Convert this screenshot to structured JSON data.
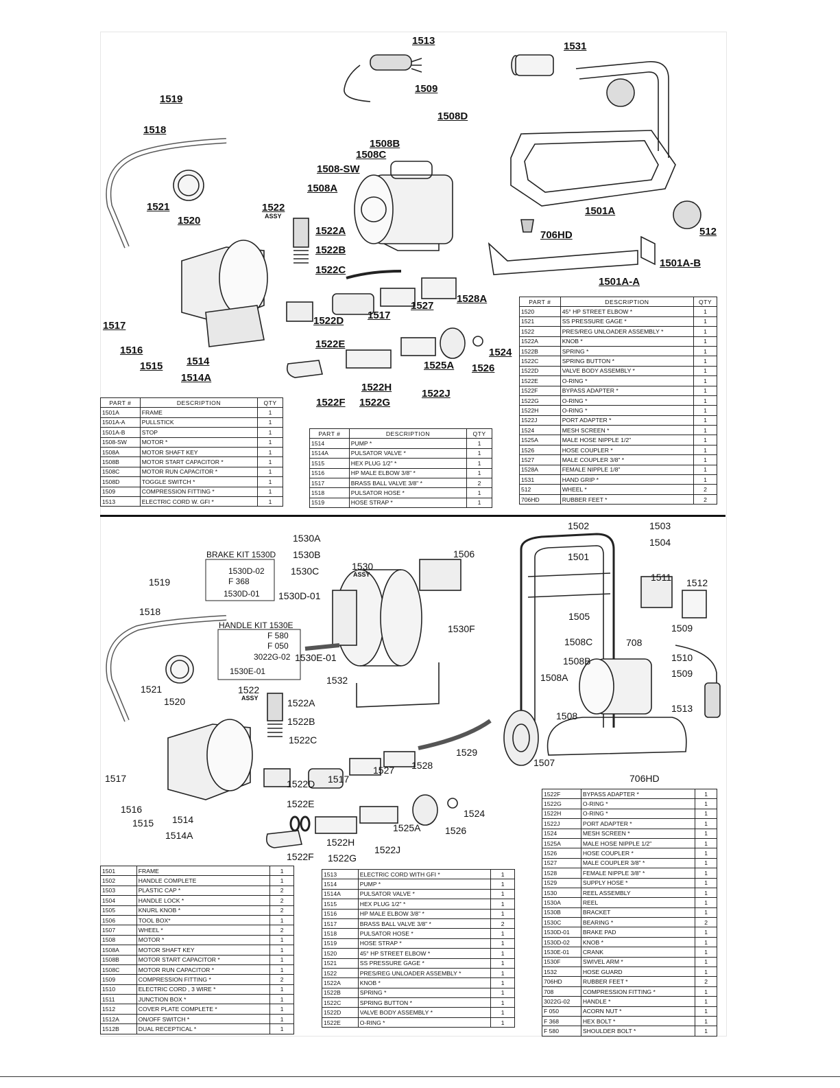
{
  "top_panel": {
    "labels": [
      "1513",
      "1509",
      "1508D",
      "1531",
      "1519",
      "1518",
      "1508B",
      "1508C",
      "1508-SW",
      "1508A",
      "1521",
      "1520",
      "1522",
      "ASSY",
      "1522A",
      "1522B",
      "1522C",
      "1501A",
      "512",
      "706HD",
      "1501A-B",
      "1501A-A",
      "1528A",
      "1527",
      "1517",
      "1522D",
      "1517",
      "1516",
      "1515",
      "1514",
      "1514A",
      "1522E",
      "1524",
      "1525A",
      "1526",
      "1522H",
      "1522J",
      "1522F",
      "1522G"
    ],
    "table_headers": {
      "part": "PART #",
      "desc": "DESCRIPTION",
      "qty": "QTY"
    },
    "table_left": [
      [
        "1501A",
        "FRAME",
        "1"
      ],
      [
        "1501A-A",
        "PULLSTICK",
        "1"
      ],
      [
        "1501A-B",
        "STOP",
        "1"
      ],
      [
        "1508-SW",
        "MOTOR *",
        "1"
      ],
      [
        "1508A",
        "MOTOR SHAFT KEY",
        "1"
      ],
      [
        "1508B",
        "MOTOR START CAPACITOR *",
        "1"
      ],
      [
        "1508C",
        "MOTOR RUN CAPACITOR *",
        "1"
      ],
      [
        "1508D",
        "TOGGLE SWITCH *",
        "1"
      ],
      [
        "1509",
        "COMPRESSION FITTING *",
        "1"
      ],
      [
        "1513",
        "ELECTRIC CORD W. GFI *",
        "1"
      ]
    ],
    "table_middle": [
      [
        "1514",
        "PUMP *",
        "1"
      ],
      [
        "1514A",
        "PULSATOR VALVE *",
        "1"
      ],
      [
        "1515",
        "HEX PLUG 1/2\" *",
        "1"
      ],
      [
        "1516",
        "HP MALE ELBOW 3/8\" *",
        "1"
      ],
      [
        "1517",
        "BRASS BALL VALVE 3/8\" *",
        "2"
      ],
      [
        "1518",
        "PULSATOR HOSE *",
        "1"
      ],
      [
        "1519",
        "HOSE STRAP *",
        "1"
      ]
    ],
    "table_right": [
      [
        "1520",
        "45° HP STREET ELBOW *",
        "1"
      ],
      [
        "1521",
        "SS PRESSURE GAGE *",
        "1"
      ],
      [
        "1522",
        "PRES/REG UNLOADER ASSEMBLY *",
        "1"
      ],
      [
        "1522A",
        "KNOB *",
        "1"
      ],
      [
        "1522B",
        "SPRING *",
        "1"
      ],
      [
        "1522C",
        "SPRING BUTTON *",
        "1"
      ],
      [
        "1522D",
        "VALVE BODY ASSEMBLY *",
        "1"
      ],
      [
        "1522E",
        "O-RING *",
        "1"
      ],
      [
        "1522F",
        "BYPASS ADAPTER *",
        "1"
      ],
      [
        "1522G",
        "O-RING *",
        "1"
      ],
      [
        "1522H",
        "O-RING *",
        "1"
      ],
      [
        "1522J",
        "PORT ADAPTER *",
        "1"
      ],
      [
        "1524",
        "MESH SCREEN *",
        "1"
      ],
      [
        "1525A",
        "MALE HOSE NIPPLE 1/2\"",
        "1"
      ],
      [
        "1526",
        "HOSE COUPLER *",
        "1"
      ],
      [
        "1527",
        "MALE COUPLER 3/8\" *",
        "1"
      ],
      [
        "1528A",
        "FEMALE NIPPLE 1/8\"",
        "1"
      ],
      [
        "1531",
        "HAND GRIP *",
        "1"
      ],
      [
        "512",
        "WHEEL *",
        "2"
      ],
      [
        "706HD",
        "RUBBER FEET *",
        "2"
      ]
    ]
  },
  "bottom_panel": {
    "brake_kit": {
      "title": "BRAKE KIT 1530D",
      "items": [
        "1530D-02",
        "F 368",
        "1530D-01"
      ]
    },
    "handle_kit": {
      "title": "HANDLE KIT 1530E",
      "items": [
        "F 580",
        "F 050",
        "3022G-02",
        "1530E-01"
      ]
    },
    "labels": [
      "1530A",
      "1530B",
      "1530C",
      "1530",
      "ASSY",
      "1530D-01",
      "1506",
      "1502",
      "1503",
      "1504",
      "1501",
      "1511",
      "1512",
      "1505",
      "1509",
      "708",
      "1508C",
      "1510",
      "1508B",
      "1509",
      "1508A",
      "1513",
      "1508",
      "1507",
      "706HD",
      "1530F",
      "1530E-01",
      "1532",
      "1519",
      "1518",
      "1521",
      "1520",
      "1522",
      "ASSY",
      "1522A",
      "1522B",
      "1522C",
      "1529",
      "1528",
      "1527",
      "1517",
      "1517",
      "1522D",
      "1516",
      "1515",
      "1514",
      "1514A",
      "1522E",
      "1524",
      "1525A",
      "1526",
      "1522H",
      "1522J",
      "1522F",
      "1522G"
    ],
    "table_left": [
      [
        "1501",
        "FRAME",
        "1"
      ],
      [
        "1502",
        "HANDLE COMPLETE",
        "1"
      ],
      [
        "1503",
        "PLASTIC    CAP *",
        "2"
      ],
      [
        "1504",
        "HANDLE LOCK *",
        "2"
      ],
      [
        "1505",
        "KNURL KNOB *",
        "2"
      ],
      [
        "1506",
        "TOOL BOX*",
        "1"
      ],
      [
        "1507",
        "WHEEL *",
        "2"
      ],
      [
        "1508",
        "MOTOR *",
        "1"
      ],
      [
        "1508A",
        "MOTOR SHAFT KEY",
        "1"
      ],
      [
        "1508B",
        "MOTOR START CAPACITOR *",
        "1"
      ],
      [
        "1508C",
        "MOTOR RUN CAPACITOR *",
        "1"
      ],
      [
        "1509",
        "COMPRESSION FITTING *",
        "2"
      ],
      [
        "1510",
        "ELECTRIC CORD , 3 WIRE *",
        "1"
      ],
      [
        "1511",
        "JUNCTION BOX *",
        "1"
      ],
      [
        "1512",
        "COVER PLATE COMPLETE *",
        "1"
      ],
      [
        "1512A",
        "ON/OFF SWITCH *",
        "1"
      ],
      [
        "1512B",
        "DUAL RECEPTICAL *",
        "1"
      ]
    ],
    "table_middle": [
      [
        "1513",
        "ELECTRIC CORD WITH GFI *",
        "1"
      ],
      [
        "1514",
        "PUMP *",
        "1"
      ],
      [
        "1514A",
        "PULSATOR VALVE *",
        "1"
      ],
      [
        "1515",
        "HEX PLUG 1/2\" *",
        "1"
      ],
      [
        "1516",
        "HP MALE ELBOW 3/8\" *",
        "1"
      ],
      [
        "1517",
        "BRASS BALL VALVE 3/8\" *",
        "2"
      ],
      [
        "1518",
        "PULSATOR HOSE *",
        "1"
      ],
      [
        "1519",
        "HOSE STRAP *",
        "1"
      ],
      [
        "1520",
        "45° HP STREET ELBOW *",
        "1"
      ],
      [
        "1521",
        "SS PRESSURE GAGE *",
        "1"
      ],
      [
        "1522",
        "PRES/REG UNLOADER ASSEMBLY *",
        "1"
      ],
      [
        "1522A",
        "KNOB *",
        "1"
      ],
      [
        "1522B",
        "SPRING *",
        "1"
      ],
      [
        "1522C",
        "SPRING BUTTON *",
        "1"
      ],
      [
        "1522D",
        "VALVE BODY ASSEMBLY *",
        "1"
      ],
      [
        "1522E",
        "O-RING *",
        "1"
      ]
    ],
    "table_right": [
      [
        "1522F",
        "BYPASS ADAPTER *",
        "1"
      ],
      [
        "1522G",
        "O-RING *",
        "1"
      ],
      [
        "1522H",
        "O-RING *",
        "1"
      ],
      [
        "1522J",
        "PORT ADAPTER *",
        "1"
      ],
      [
        "1524",
        "MESH SCREEN *",
        "1"
      ],
      [
        "1525A",
        "MALE HOSE NIPPLE 1/2\"",
        "1"
      ],
      [
        "1526",
        "HOSE COUPLER *",
        "1"
      ],
      [
        "1527",
        "MALE COUPLER 3/8\" *",
        "1"
      ],
      [
        "1528",
        "FEMALE NIPPLE 3/8\" *",
        "1"
      ],
      [
        "1529",
        "SUPPLY HOSE *",
        "1"
      ],
      [
        "1530",
        "REEL ASSEMBLY",
        "1"
      ],
      [
        "1530A",
        "REEL",
        "1"
      ],
      [
        "1530B",
        "BRACKET",
        "1"
      ],
      [
        "1530C",
        "BEARING *",
        "2"
      ],
      [
        "1530D-01",
        "BRAKE PAD",
        "1"
      ],
      [
        "1530D-02",
        "KNOB *",
        "1"
      ],
      [
        "1530E-01",
        "CRANK",
        "1"
      ],
      [
        "1530F",
        "SWIVEL  ARM *",
        "1"
      ],
      [
        "1532",
        "HOSE GUARD",
        "1"
      ],
      [
        "706HD",
        "RUBBER FEET *",
        "2"
      ],
      [
        "708",
        "COMPRESSION FITTING *",
        "1"
      ],
      [
        "3022G-02",
        "HANDLE *",
        "1"
      ],
      [
        "F 050",
        "ACORN NUT *",
        "1"
      ],
      [
        "F 368",
        "HEX BOLT *",
        "1"
      ],
      [
        "F 580",
        "SHOULDER BOLT *",
        "1"
      ]
    ]
  }
}
